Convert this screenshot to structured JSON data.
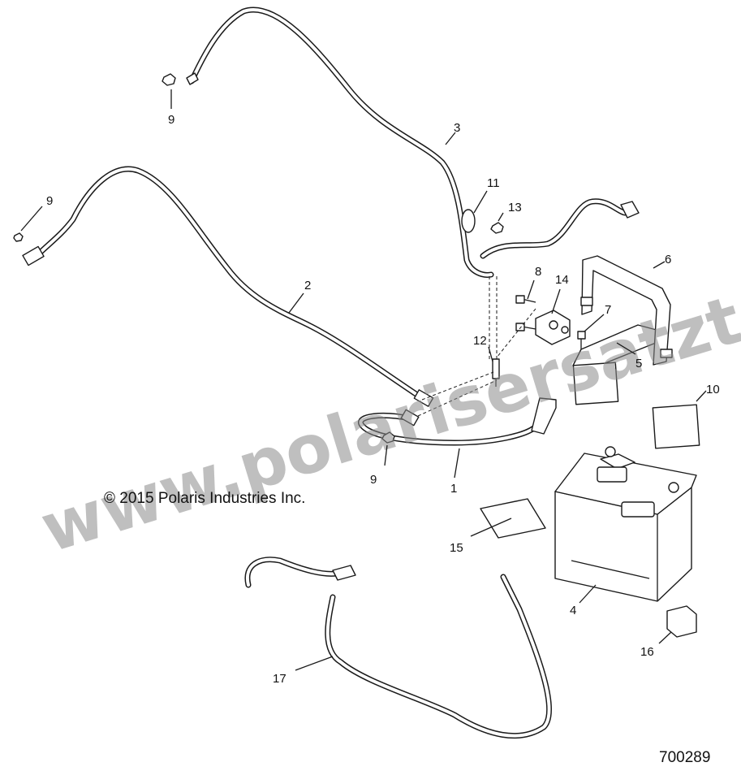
{
  "copyright": "© 2015 Polaris Industries Inc.",
  "document_number": "700289",
  "watermark": "www.polarisersatzteile.de",
  "callouts": [
    {
      "id": "9a",
      "text": "9"
    },
    {
      "id": "3",
      "text": "3"
    },
    {
      "id": "9b",
      "text": "9"
    },
    {
      "id": "11",
      "text": "11"
    },
    {
      "id": "13",
      "text": "13"
    },
    {
      "id": "2",
      "text": "2"
    },
    {
      "id": "6",
      "text": "6"
    },
    {
      "id": "8",
      "text": "8"
    },
    {
      "id": "14",
      "text": "14"
    },
    {
      "id": "7",
      "text": "7"
    },
    {
      "id": "12",
      "text": "12"
    },
    {
      "id": "5",
      "text": "5"
    },
    {
      "id": "10",
      "text": "10"
    },
    {
      "id": "9c",
      "text": "9"
    },
    {
      "id": "1",
      "text": "1"
    },
    {
      "id": "15",
      "text": "15"
    },
    {
      "id": "4",
      "text": "4"
    },
    {
      "id": "16",
      "text": "16"
    },
    {
      "id": "17",
      "text": "17"
    }
  ]
}
